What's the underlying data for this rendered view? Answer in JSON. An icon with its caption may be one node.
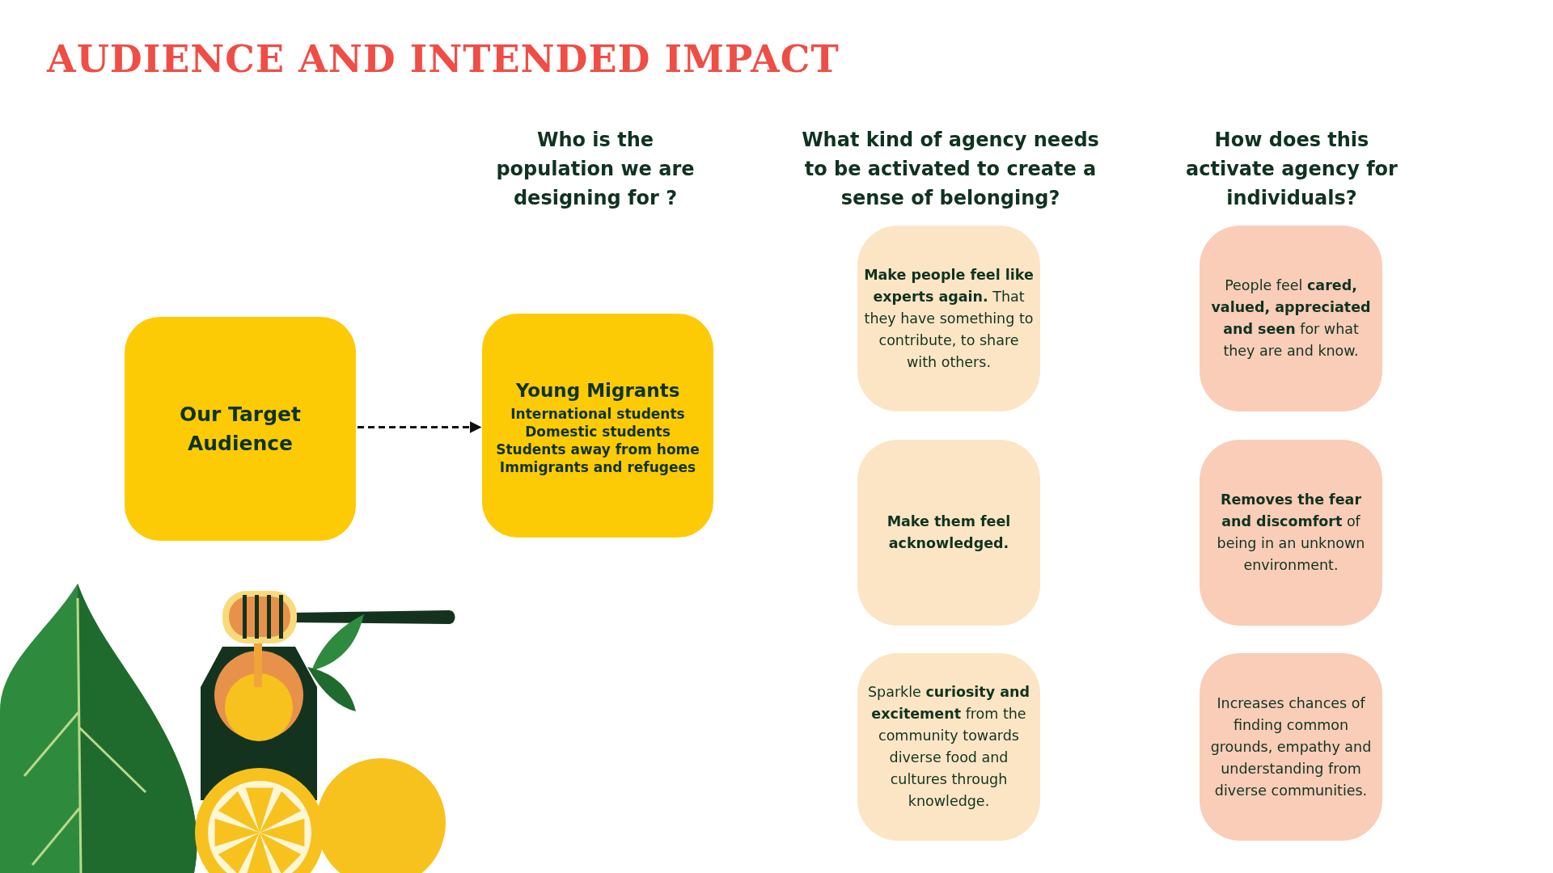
{
  "diagram": {
    "title": "AUDIENCE AND INTENDED IMPACT",
    "nodes": [
      {
        "text": [
          "Our Target Audience"
        ]
      },
      {
        "text": [
          "Young Migrants",
          "International students",
          "Domestic students",
          "Students away from home",
          "Immigrants and refugees"
        ]
      },
      {
        "text": [
          "**Make people feel like experts again.** That they have something to contribute, to share with others."
        ]
      },
      {
        "text": [
          "Make them feel acknowledged."
        ]
      },
      {
        "text": [
          "Sparkle **curiosity and excitement** from the community towards diverse food and cultures through knowledge."
        ]
      },
      {
        "text": [
          "People feel **cared, valued, appreciated and seen** for what they are and know."
        ]
      },
      {
        "text": [
          "**Removes the fear and discomfort** of being in an unknown environment."
        ]
      },
      {
        "text": [
          "Increases chances of finding common grounds, empathy and understanding from diverse communities."
        ]
      }
    ],
    "edges": [
      {
        "from": 0,
        "to": 1,
        "arrow": "to",
        "style": "dashed"
      }
    ],
    "labels": [
      "Who is the population we are designing for ?",
      "What kind of agency needs to be activated to create a sense of belonging?",
      "How does this activate agency for individuals?"
    ]
  }
}
